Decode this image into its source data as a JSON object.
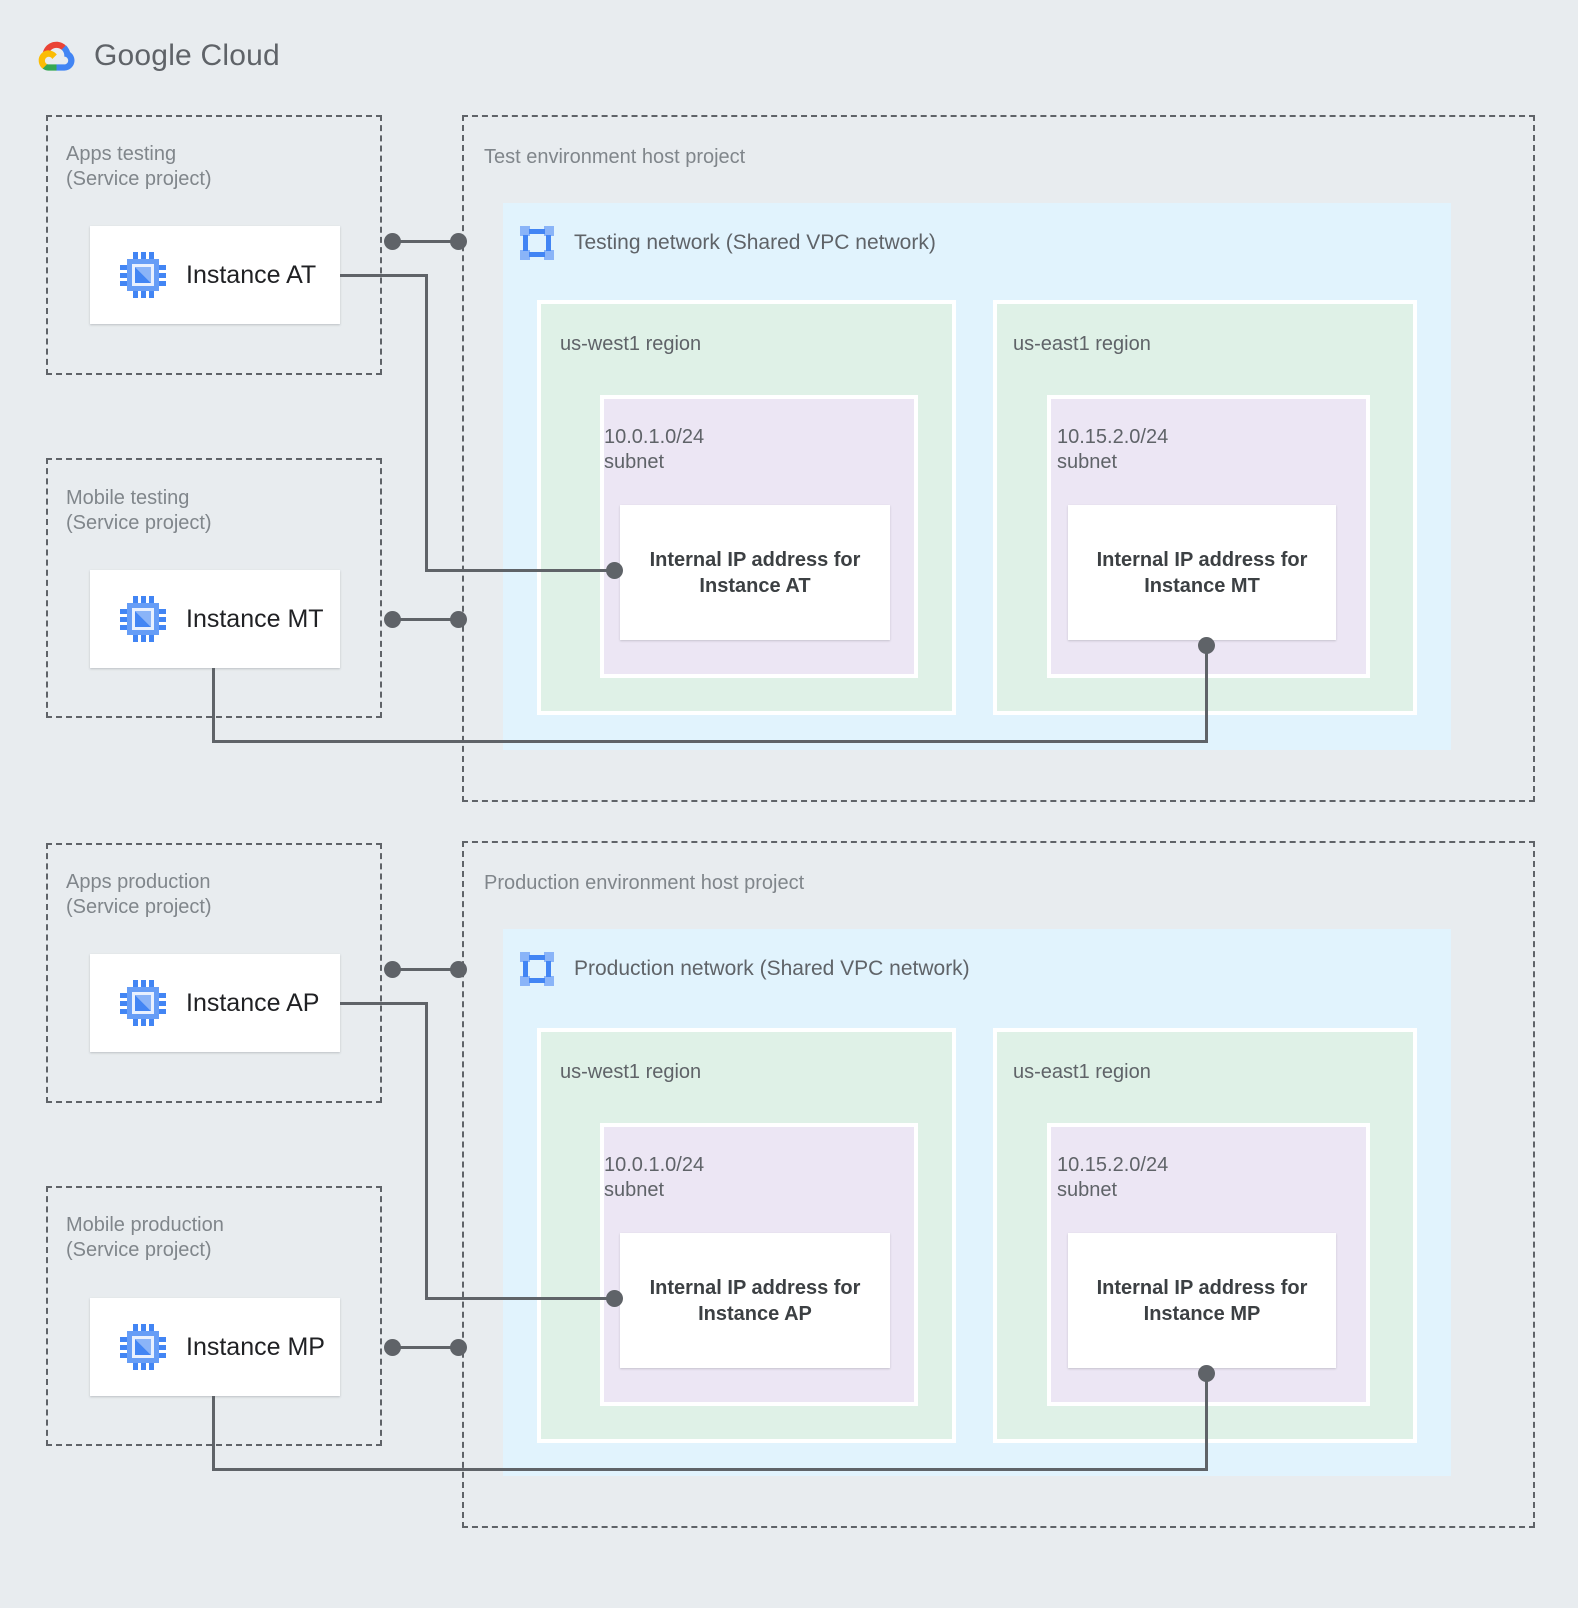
{
  "brand": {
    "name_bold": "Google",
    "name_light": " Cloud",
    "logo_icon": "google-cloud-logo"
  },
  "icons": {
    "instance": "compute-instance-chip-icon",
    "network": "vpc-network-icon"
  },
  "colors": {
    "page_background": "#e8ecef",
    "network_fill": "#e1f3fd",
    "region_fill": "#dff1e7",
    "subnet_fill": "#ece6f4",
    "card_fill": "#ffffff",
    "connector": "#5f6368",
    "dashed_border": "#5f6368",
    "label_text": "#80868b",
    "body_text": "#3c4043",
    "brand_blue": "#4285f4",
    "brand_red": "#ea4335",
    "brand_yellow": "#fbbc04",
    "brand_green": "#34a853"
  },
  "service_projects": [
    {
      "id": "apps-testing",
      "title": "Apps testing\n(Service project)",
      "instance": "Instance AT"
    },
    {
      "id": "mobile-testing",
      "title": "Mobile testing\n(Service project)",
      "instance": "Instance MT"
    },
    {
      "id": "apps-production",
      "title": "Apps production\n(Service project)",
      "instance": "Instance AP"
    },
    {
      "id": "mobile-production",
      "title": "Mobile production\n(Service project)",
      "instance": "Instance MP"
    }
  ],
  "host_projects": [
    {
      "id": "test-host",
      "title": "Test environment host project",
      "network": "Testing network (Shared VPC network)",
      "regions": [
        {
          "id": "test-us-west1",
          "name": "us-west1 region",
          "subnet": "10.0.1.0/24\nsubnet",
          "ip_card": "Internal IP address for\nInstance AT"
        },
        {
          "id": "test-us-east1",
          "name": "us-east1 region",
          "subnet": "10.15.2.0/24\nsubnet",
          "ip_card": "Internal IP address for\nInstance MT"
        }
      ]
    },
    {
      "id": "prod-host",
      "title": "Production environment host project",
      "network": "Production network (Shared VPC network)",
      "regions": [
        {
          "id": "prod-us-west1",
          "name": "us-west1 region",
          "subnet": "10.0.1.0/24\nsubnet",
          "ip_card": "Internal IP address for\nInstance AP"
        },
        {
          "id": "prod-us-east1",
          "name": "us-east1 region",
          "subnet": "10.15.2.0/24\nsubnet",
          "ip_card": "Internal IP address for\nInstance MP"
        }
      ]
    }
  ],
  "connections": [
    {
      "id": "at-to-ip-at",
      "from": "Instance AT",
      "to": "Internal IP address for Instance AT"
    },
    {
      "id": "mt-to-ip-mt",
      "from": "Instance MT",
      "to": "Internal IP address for Instance MT"
    },
    {
      "id": "ap-to-ip-ap",
      "from": "Instance AP",
      "to": "Internal IP address for Instance AP"
    },
    {
      "id": "mp-to-ip-mp",
      "from": "Instance MP",
      "to": "Internal IP address for Instance MP"
    }
  ]
}
